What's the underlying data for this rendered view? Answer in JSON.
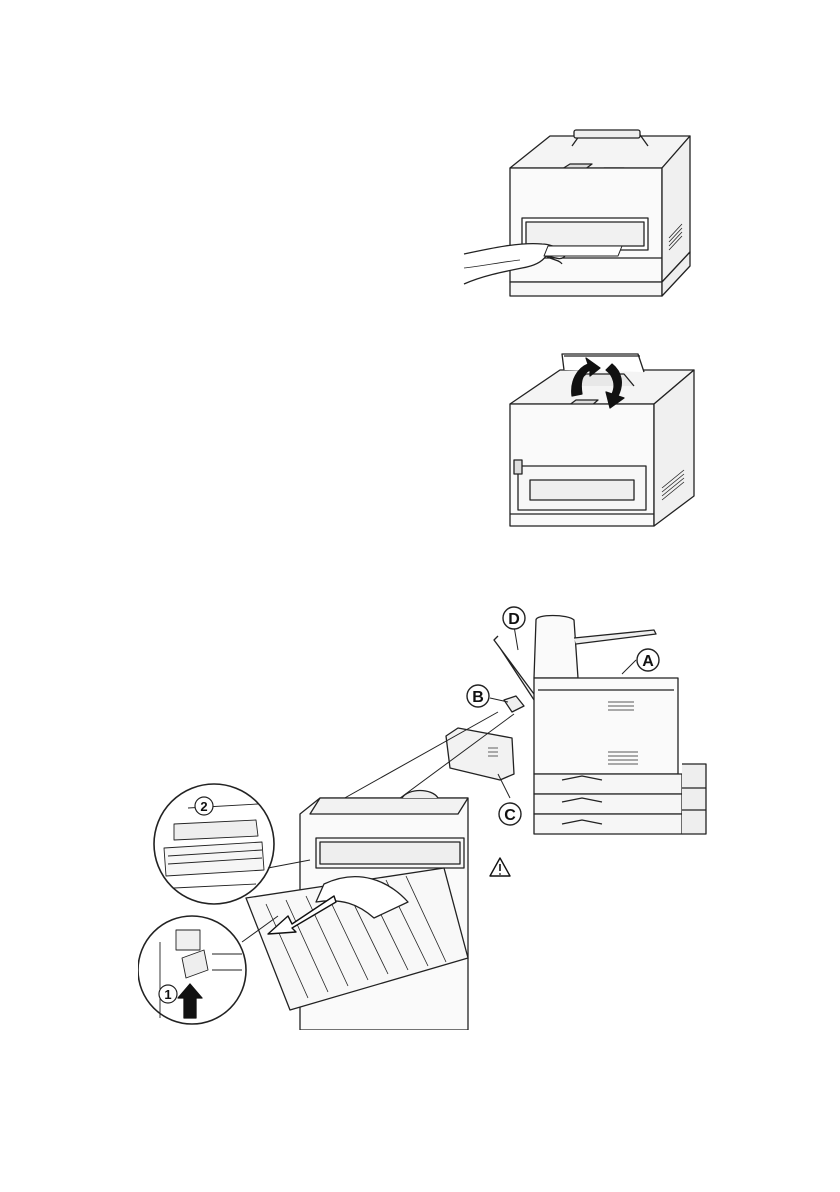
{
  "figure3": {
    "labels": {
      "A": "A",
      "B": "B",
      "C": "C",
      "D": "D",
      "step1": "1",
      "step2": "2"
    },
    "warning_icon": "warning-triangle-icon"
  }
}
